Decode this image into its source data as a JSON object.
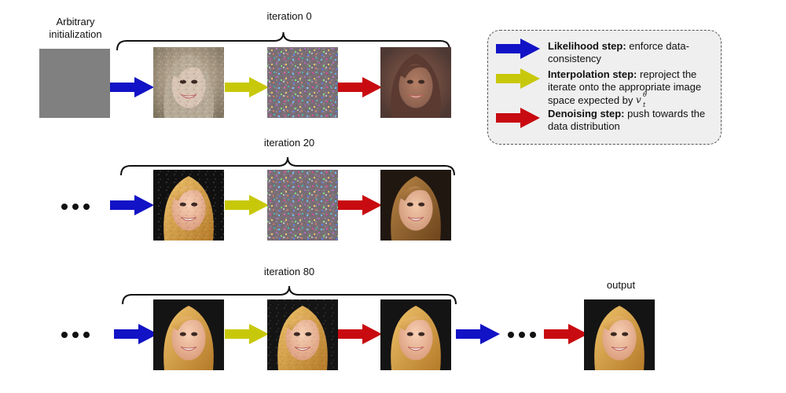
{
  "top_left_label_line1": "Arbitrary",
  "top_left_label_line2": "initialization",
  "iteration_labels": [
    "iteration 0",
    "iteration 20",
    "iteration 80"
  ],
  "output_label": "output",
  "ellipsis": "•••",
  "legend": {
    "likelihood_title": "Likelihood step:",
    "likelihood_text": "enforce data-consistency",
    "interpolation_title": "Interpolation step:",
    "interpolation_text": "reproject the iterate onto the appropriate image space expected by",
    "math_symbol": "v",
    "math_superscript": "θ",
    "math_subscript": "t",
    "denoising_title": "Denoising step:",
    "denoising_text": "push towards the data distribution"
  },
  "colors": {
    "likelihood_arrow": "#1212c6",
    "interpolation_arrow": "#c8c80a",
    "denoising_arrow": "#c80b10",
    "gray_square": "#808080",
    "legend_background": "#efefef",
    "bracket_and_text": "#111111"
  },
  "icons": {
    "blue_arrow": "arrow-right-blue-icon",
    "yellow_arrow": "arrow-right-yellow-icon",
    "red_arrow": "arrow-right-red-icon",
    "ellipsis": "ellipsis-icon"
  }
}
